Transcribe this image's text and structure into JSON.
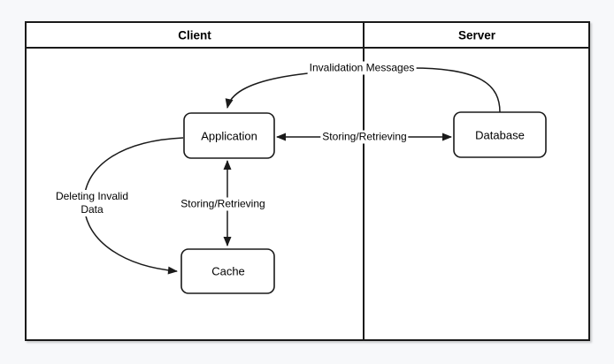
{
  "diagram": {
    "title_implied": "Cache invalidation diagram",
    "headers": {
      "client": "Client",
      "server": "Server"
    },
    "nodes": {
      "application": "Application",
      "cache": "Cache",
      "database": "Database"
    },
    "edges": {
      "invalidation": "Invalidation Messages",
      "storing_app_db": "Storing/Retrieving",
      "storing_app_cache": "Storing/Retrieving",
      "deleting": "Deleting Invalid Data"
    },
    "colors": {
      "stroke": "#1a1a1a",
      "background": "#f7f8fa",
      "surface": "#ffffff",
      "text": "#000000"
    }
  }
}
